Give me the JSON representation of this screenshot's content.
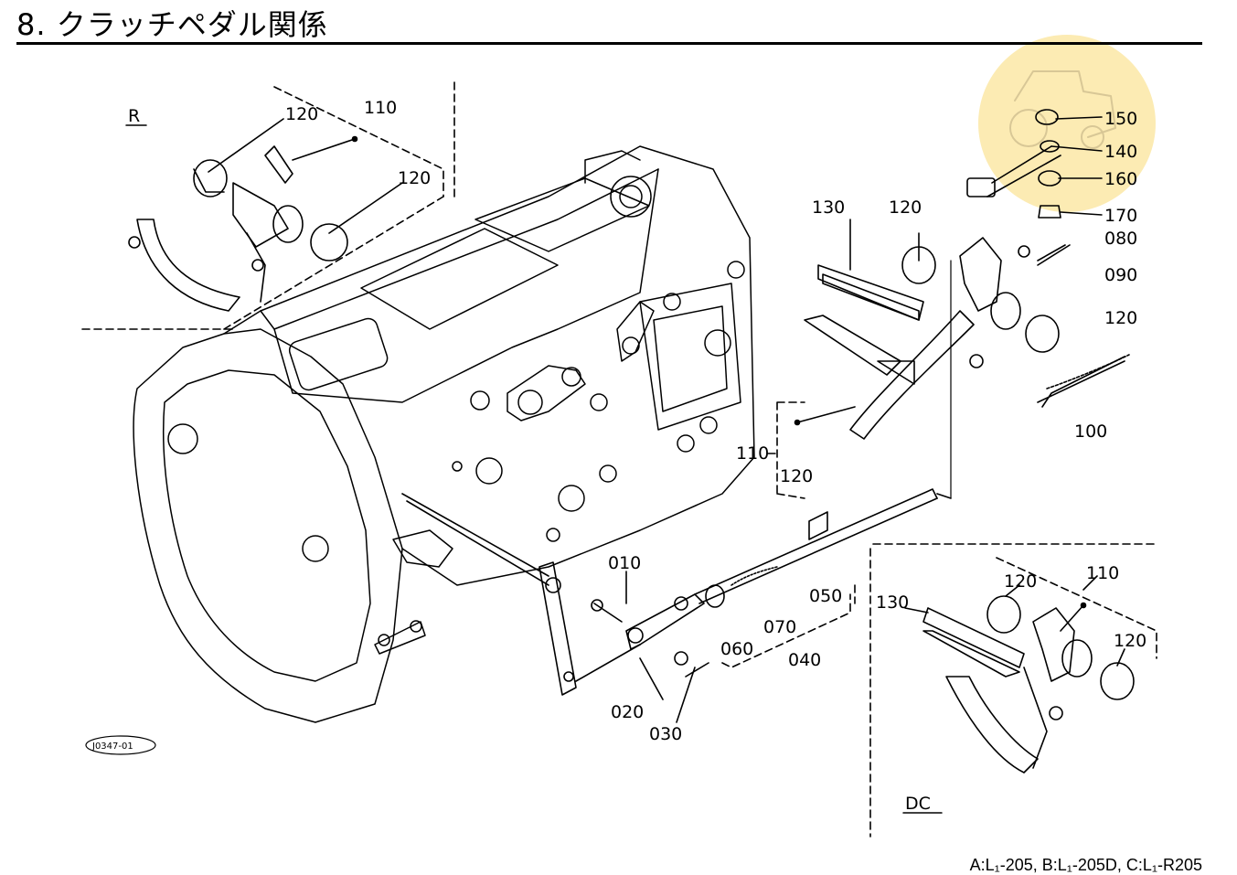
{
  "title": "8. クラッチペダル関係",
  "footer": "A:L₁-205, B:L₁-205D, C:L₁-R205",
  "image_code": "J0347-01",
  "variants": {
    "r": "R",
    "dc": "DC"
  },
  "parts": {
    "p010": "010",
    "p020": "020",
    "p030": "030",
    "p040": "040",
    "p050": "050",
    "p060": "060",
    "p070": "070",
    "p080": "080",
    "p090": "090",
    "p100": "100",
    "p110": "110",
    "p120": "120",
    "p130": "130",
    "p140": "140",
    "p150": "150",
    "p160": "160",
    "p170": "170"
  }
}
